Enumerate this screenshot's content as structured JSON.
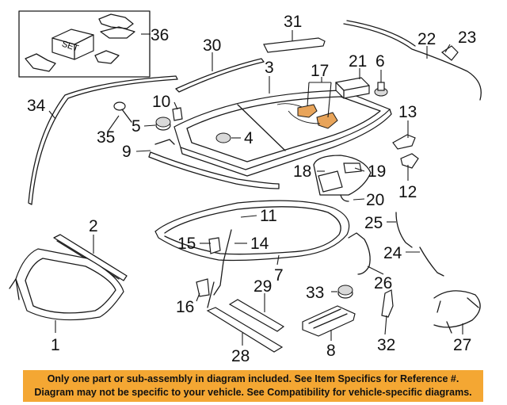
{
  "callouts": {
    "c1": "1",
    "c2": "2",
    "c3": "3",
    "c4": "4",
    "c5": "5",
    "c6": "6",
    "c7": "7",
    "c8": "8",
    "c9": "9",
    "c10": "10",
    "c11": "11",
    "c12": "12",
    "c13": "13",
    "c14": "14",
    "c15": "15",
    "c16": "16",
    "c17": "17",
    "c18": "18",
    "c19": "19",
    "c20": "20",
    "c21": "21",
    "c22": "22",
    "c23": "23",
    "c24": "24",
    "c25": "25",
    "c26": "26",
    "c27": "27",
    "c28": "28",
    "c29": "29",
    "c30": "30",
    "c31": "31",
    "c32": "32",
    "c33": "33",
    "c34": "34",
    "c35": "35",
    "c36": "36"
  },
  "set_label": "SET",
  "footer": {
    "line1": "Only one part or sub-assembly in diagram included. See Item Specifics for Reference #.",
    "line2": "Diagram may not be specific to your vehicle. See Compatibility for vehicle-specific diagrams."
  },
  "colors": {
    "banner": "#f4a733",
    "highlight": "#e8a45a"
  }
}
